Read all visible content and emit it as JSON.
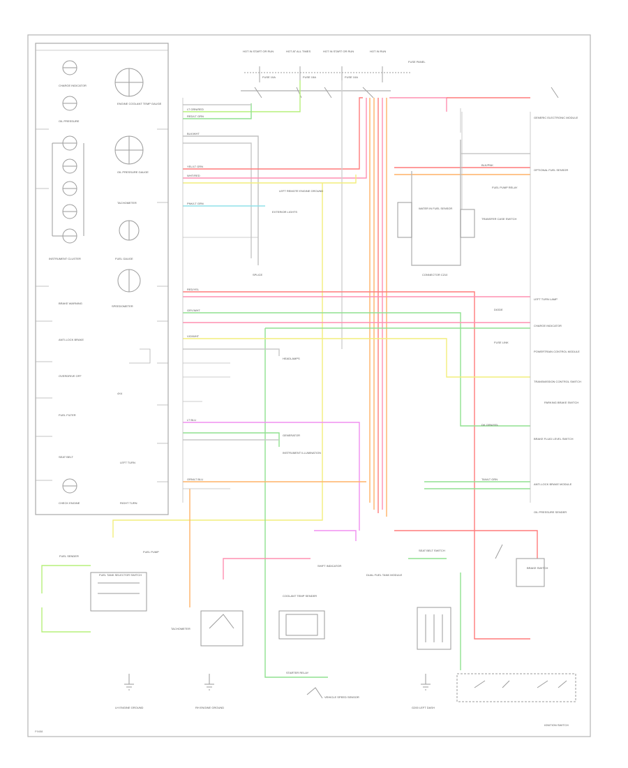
{
  "diagram": {
    "colors": {
      "red": "#ff7a7a",
      "pink": "#ff8fb0",
      "orange": "#ffb266",
      "yellow": "#f2ee7a",
      "green": "#8fe08f",
      "light_green": "#b6f07a",
      "violet": "#f08ff0",
      "cyan": "#8fe0e8",
      "outline": "#9a9a9a",
      "ground": "#4a4a4a"
    },
    "labels": {
      "cluster": {
        "gauge_a": "FUEL GAUGE",
        "gauge_b": "ENGINE COOLANT TEMP GAUGE",
        "gauge_c": "TACHOMETER",
        "gauge_d": "OIL PRESSURE GAUGE",
        "gauge_e": "SPEEDOMETER",
        "lamp_a": "CHARGE INDICATOR",
        "lamp_b": "OIL PRESSURE",
        "lamp_c": "4X4",
        "lamp_d": "INSTRUMENT CLUSTER",
        "lamp_e": "BRAKE WARNING",
        "lamp_f": "ANTI-LOCK BRAKE",
        "lamp_g": "OVERDRIVE OFF",
        "lamp_h": "FUEL FILTER",
        "lamp_i": "SEAT BELT",
        "lamp_j": "LEFT TURN",
        "lamp_k": "CHECK ENGINE",
        "lamp_l": "RIGHT TURN"
      },
      "fuses": {
        "fuse_a": "HOT IN START OR RUN",
        "fuse_b": "HOT AT ALL TIMES",
        "fuse_c": "HOT IN START OR RUN",
        "fuse_d": "HOT IN RUN",
        "fuse_e": "FUSE PANEL",
        "fuse_f": "FUSE 10A",
        "fuse_g": "FUSE 15A",
        "fuse_h": "FUSE 10A"
      },
      "right_column": {
        "r1": "GENERIC ELECTRONIC MODULE",
        "r2": "OPTIONAL FUEL SENSOR",
        "r3": "FUEL PUMP RELAY",
        "r4": "LEFT TURN LAMP",
        "r5": "DIODE",
        "r6": "FUSE LINK",
        "r7": "CHARGE INDICATOR",
        "r8": "POWERTRAIN CONTROL MODULE",
        "r9": "TRANSMISSION CONTROL SWITCH",
        "r10": "PARKING BRAKE SWITCH",
        "r11": "BRAKE FLUID LEVEL SWITCH",
        "r12": "ANTI-LOCK BRAKE MODULE",
        "r13": "OIL PRESSURE SENDER"
      },
      "middle": {
        "m1": "LEFT REMOTE ENGINE GROUND",
        "m2": "EXTERIOR LIGHTS",
        "m3": "HEADLAMPS",
        "m4": "GENERATOR",
        "m5": "INSTRUMENT ILLUMINATION",
        "m6": "SPLICE",
        "m7": "WATER IN FUEL SENSOR",
        "m8": "CONNECTOR C210",
        "m9": "TRANSFER CASE SWITCH"
      },
      "bottom": {
        "b1": "FUEL SENDER",
        "b2": "FUEL PUMP",
        "b3": "FUEL TANK SELECTOR SWITCH",
        "b4": "DUAL FUEL TANK MODULE",
        "b5": "SHIFT INDICATOR",
        "b6": "SEAT BELT SWITCH",
        "b7": "BRAKE SWITCH",
        "b8": "LH ENGINE GROUND",
        "b9": "RH ENGINE GROUND",
        "b10": "G200 LEFT DASH",
        "b11": "STARTER RELAY",
        "b12": "IGNITION SWITCH",
        "b13": "VEHICLE SPEED SENSOR",
        "b14": "COOLANT TEMP SENDER",
        "b15": "TACHOMETER"
      },
      "wires": {
        "w1": "LT GRN/RED",
        "w2": "RED/LT GRN",
        "w3": "BLK/WHT",
        "w4": "YEL/LT GRN",
        "w5": "WHT/RED",
        "w6": "PNK/LT GRN",
        "w7": "RED/YEL",
        "w8": "GRY/WHT",
        "w9": "VIO/WHT",
        "w10": "LT BLU",
        "w11": "ORN/LT BLU",
        "w12": "BLK/PNK",
        "w13": "DK GRN/YEL",
        "w14": "TAN/LT GRN"
      }
    },
    "page_code": "F9458"
  }
}
